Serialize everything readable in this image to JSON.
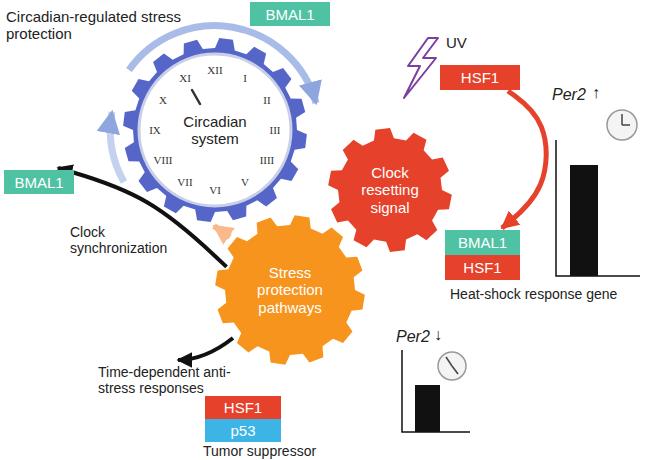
{
  "diagram": {
    "nodes": [
      {
        "text": [
          "BMAL1"
        ]
      },
      {
        "text": [
          "Circadian system"
        ]
      },
      {
        "text": [
          "HSF1"
        ]
      },
      {
        "text": [
          "Clock resetting signal"
        ]
      },
      {
        "text": [
          "BMAL1"
        ]
      },
      {
        "text": [
          "Stress protection pathways"
        ]
      },
      {
        "text": [
          "BMAL1"
        ]
      },
      {
        "text": [
          "HSF1"
        ]
      },
      {
        "text": [
          "HSF1"
        ]
      },
      {
        "text": [
          "p53"
        ]
      }
    ],
    "edges": [
      {
        "from": 5,
        "to": 4,
        "arrow": "to"
      },
      {
        "from": 2,
        "to": 6,
        "arrow": "to"
      }
    ],
    "labels": [
      "Circadian-regulated stress protection",
      "XII",
      "I",
      "II",
      "III",
      "IIII",
      "V",
      "VI",
      "VII",
      "VIII",
      "IX",
      "X",
      "XI",
      "UV",
      "Per2",
      "↑",
      "Clock synchronization",
      "Heat-shock response gene",
      "Time-dependent anti-stress responses",
      "Per2",
      "↓",
      "Tumor suppressor"
    ]
  }
}
